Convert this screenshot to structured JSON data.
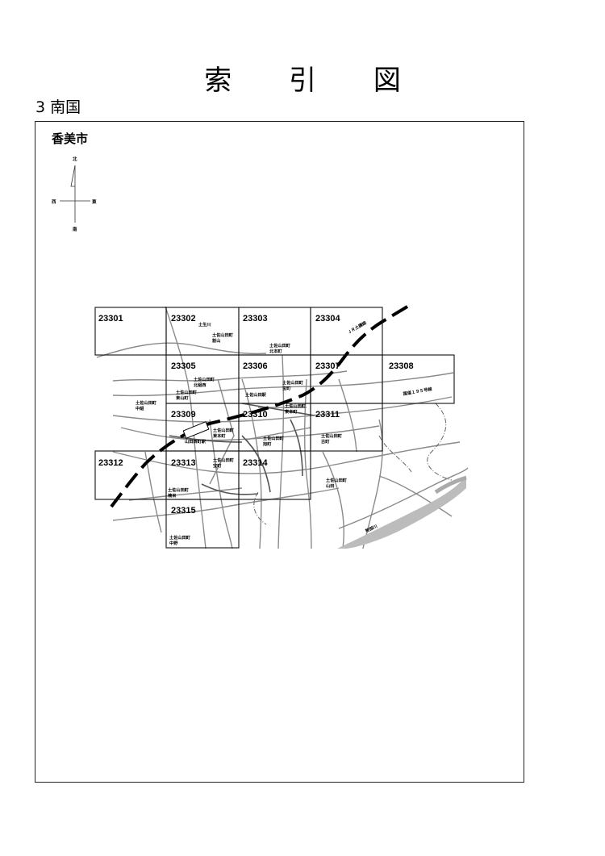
{
  "title": {
    "chars": [
      "索",
      "引",
      "図"
    ]
  },
  "section": "3 南国",
  "city": "香美市",
  "compass": {
    "north": "北",
    "south": "南",
    "east": "東",
    "west": "西"
  },
  "sheets": [
    {
      "id": "23301"
    },
    {
      "id": "23302"
    },
    {
      "id": "23303"
    },
    {
      "id": "23304"
    },
    {
      "id": "23305"
    },
    {
      "id": "23306"
    },
    {
      "id": "23307"
    },
    {
      "id": "23308"
    },
    {
      "id": "23309"
    },
    {
      "id": "23310"
    },
    {
      "id": "23311"
    },
    {
      "id": "23312"
    },
    {
      "id": "23313"
    },
    {
      "id": "23314"
    },
    {
      "id": "23315"
    }
  ],
  "places": {
    "tosa_river": "土生川",
    "sakai_1": "土佐山田町",
    "sakai_2": "割山",
    "kitamoto_1": "土佐山田町",
    "kitamoto_2": "北本町",
    "jr_line": "ＪＲ土讃線",
    "kitashiba_1": "土佐山田町",
    "kitashiba_2": "北組西",
    "yamada_1": "土佐山田町",
    "yamada_2": "東山町",
    "shinmachi_1": "土佐山田町",
    "shinmachi_2": "宝町",
    "chuou_1": "土佐山田町",
    "chuou_2": "中組",
    "station": "土佐山田駅",
    "higashimoto_1": "土佐山田町",
    "higashimoto_2": "東本町",
    "route195": "国道１９５号線",
    "nishimachi_1": "土佐山田町",
    "nishimachi_2": "東本町",
    "yamada_nishi_station": "山田西町駅",
    "asahi_1": "土佐山田町",
    "asahi_2": "旭町",
    "furumachi_1": "土佐山田町",
    "furumachi_2": "古町",
    "takara_1": "土佐山田町",
    "takara_2": "宝町",
    "minami_1": "土佐山田町",
    "minami_2": "楠目",
    "yamada_e_1": "土佐山田町",
    "yamada_e_2": "山田",
    "nakano_1": "土佐山田町",
    "nakano_2": "中野",
    "monobe_river": "物部川"
  }
}
